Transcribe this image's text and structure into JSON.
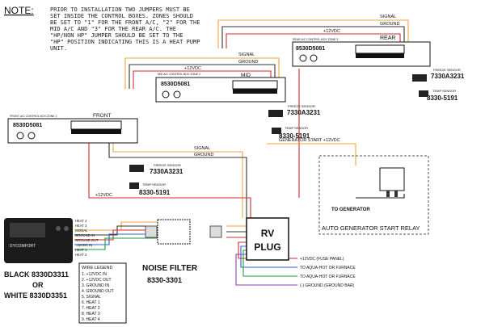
{
  "note": {
    "label": "NOTE:",
    "lines": [
      "PRIOR TO INSTALLATION TWO JUMPERS MUST BE",
      "SET INSIDE THE CONTROL BOXES.  ZONES SHOULD",
      "BE SET TO \"1\" FOR THE FRONT A/C, \"2\" FOR THE",
      "MID A/C AND \"3\" FOR THE REAR A/C. THE",
      "\"HP/NON HP\" JUMPER SHOULD BE SET TO THE",
      "\"HP\" POSITION INDICATING THIS IS A HEAT PUMP",
      "UNIT."
    ]
  },
  "boxes": {
    "rear": {
      "part": "8530D5081",
      "title": "REAR",
      "small": "REAR A/C CONTROL BOX ZONE 3"
    },
    "mid": {
      "part": "8530D5081",
      "title": "MID",
      "small": "MID A/C CONTROL BOX ZONE 2"
    },
    "front": {
      "part": "8530D5081",
      "title": "FRONT",
      "small": "FRONT A/C CONTROL BOX ZONE 1"
    }
  },
  "sensors": {
    "rear_freeze": "FREEZE SENSOR",
    "rear_freeze_part": "7330A3231",
    "rear_temp": "TEMP SENSOR",
    "rear_temp_part": "8330-5191",
    "mid_freeze": "FREEZE SENSOR",
    "mid_freeze_part": "7330A3231",
    "mid_temp": "TEMP SENSOR",
    "mid_temp_part": "8330-5191",
    "front_freeze": "FREEZE SENSOR",
    "front_freeze_part": "7330A3231",
    "front_temp": "TEMP SENSOR",
    "front_temp_part": "8330-5191"
  },
  "signals": {
    "signal": "SIGNAL",
    "ground": "GROUND",
    "v12": "+12VDC",
    "gen_start": "GENERATOR START +12VDC",
    "to_generator": "TO GENERATOR",
    "relay_title": "AUTO GENERATOR START RELAY"
  },
  "plug": {
    "title_line1": "RV",
    "title_line2": "PLUG",
    "out1": "+12VDC (FUSE PANEL)",
    "out2": "TO AQUA-HOT OR FURNACE",
    "out3": "TO AQUA-HOT OR FURNACE",
    "out4": "(-) GROUND (GROUND BAR)"
  },
  "filter": {
    "title": "NOISE FILTER",
    "part": "8330-3301"
  },
  "thermostat": {
    "brand": "DYCOMFORT",
    "model_line1": "BLACK 8330D3311",
    "model_or": "OR",
    "model_line2": "WHITE 8330D3351",
    "wire_labels": [
      "HEAT 4",
      "HEAT 3",
      "SIGNAL",
      "GROUND IN",
      "GROUND OUT",
      "+12VDC IN",
      "HEAT 1",
      "HEAT 2"
    ]
  },
  "legend": {
    "title": "WIRE LEGEND",
    "items": [
      "1. +12VDC IN",
      "2. +12VDC OUT",
      "3. GROUND IN",
      "4. GROUND OUT",
      "5. SIGNAL",
      "6. HEAT 1",
      "7. HEAT 2",
      "8. HEAT 3",
      "9. HEAT 4"
    ]
  },
  "colors": {
    "red": "#d42b2b",
    "orange": "#f2a33a",
    "blue": "#2f5fd0",
    "green": "#1f9a3a",
    "purple": "#8a3fb5",
    "dark": "#1a1a1a"
  }
}
